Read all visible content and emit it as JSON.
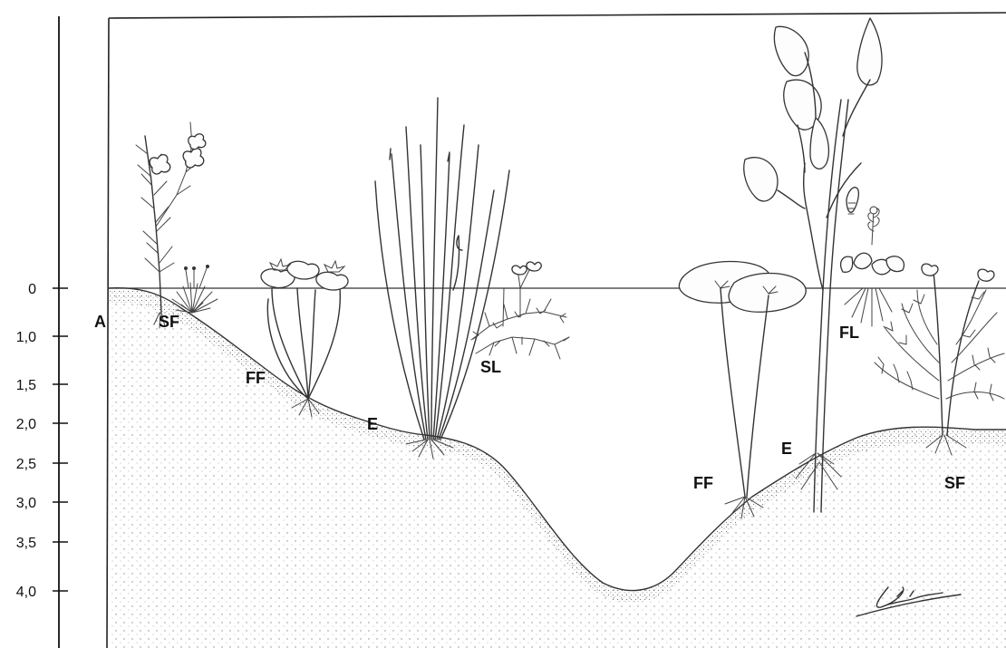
{
  "depth_axis": {
    "ticks": [
      "0",
      "1,0",
      "1,5",
      "2,0",
      "2,5",
      "3,0",
      "3,5",
      "4,0"
    ]
  },
  "zone_labels": {
    "a": "A",
    "sf_left": "SF",
    "ff_left": "FF",
    "e_left": "E",
    "sl": "SL",
    "ff_right": "FF",
    "e_right": "E",
    "fl": "FL",
    "sf_right": "SF"
  },
  "signature": "Guiner",
  "colors": {
    "ink": "#333333",
    "background": "#ffffff",
    "sediment": "#b8b8b8"
  }
}
